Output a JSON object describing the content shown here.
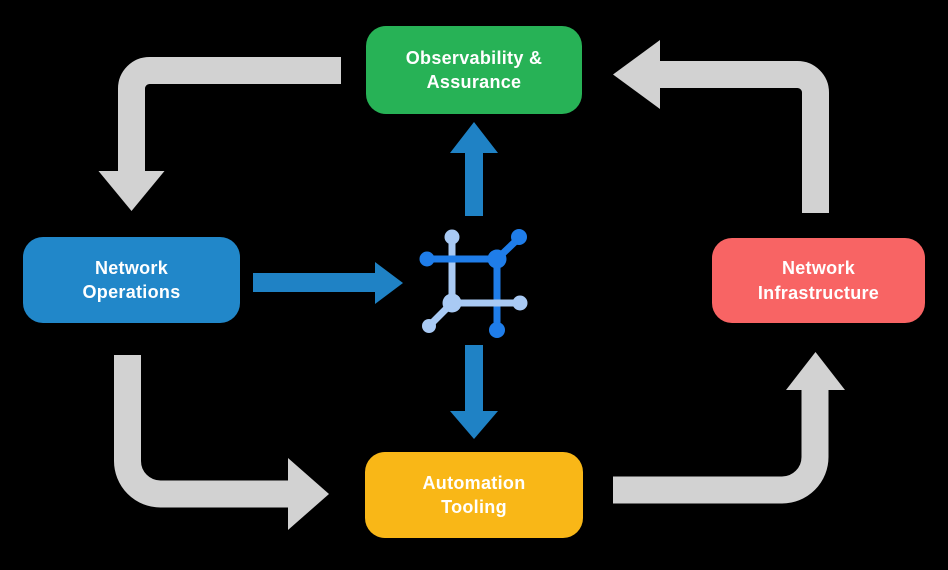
{
  "diagram": {
    "background_color": "#000000",
    "text_color": "#ffffff",
    "nodes": [
      {
        "id": "observability",
        "line1": "Observability &",
        "line2": "Assurance",
        "color": "#27b256"
      },
      {
        "id": "network-operations",
        "line1": "Network",
        "line2": "Operations",
        "color": "#2187c9"
      },
      {
        "id": "network-infrastructure",
        "line1": "Network",
        "line2": "Infrastructure",
        "color": "#f86464"
      },
      {
        "id": "automation-tooling",
        "line1": "Automation",
        "line2": "Tooling",
        "color": "#f9b717"
      }
    ],
    "center_icon": {
      "name": "network-core-icon",
      "dark_color": "#1f7de9",
      "light_color": "#a9caf4"
    },
    "arrow_colors": {
      "cycle_gray": "#d2d2d2",
      "core_blue": "#1f82c5"
    },
    "edges": [
      {
        "name": "observability-to-operations",
        "type": "cycle-elbow",
        "points_direction": "down"
      },
      {
        "name": "operations-to-automation",
        "type": "cycle-elbow",
        "points_direction": "right"
      },
      {
        "name": "automation-to-infrastructure",
        "type": "cycle-elbow",
        "points_direction": "up"
      },
      {
        "name": "infrastructure-to-observability",
        "type": "cycle-elbow",
        "points_direction": "left"
      },
      {
        "name": "operations-to-core",
        "type": "core-straight",
        "points_direction": "right"
      },
      {
        "name": "core-to-observability",
        "type": "core-straight",
        "points_direction": "up"
      },
      {
        "name": "core-to-automation",
        "type": "core-straight",
        "points_direction": "down"
      }
    ]
  }
}
